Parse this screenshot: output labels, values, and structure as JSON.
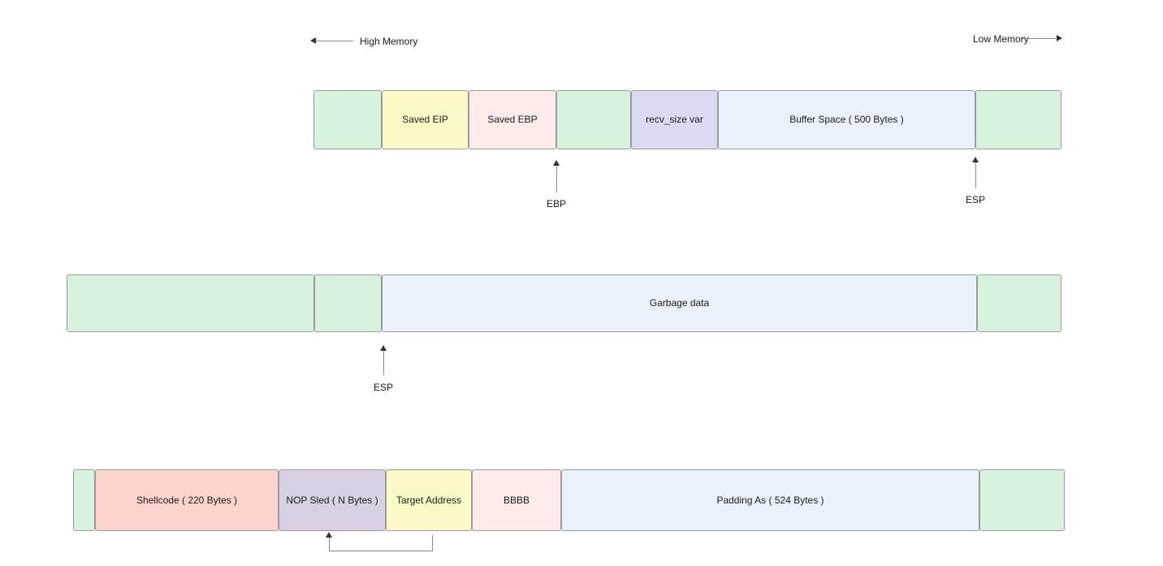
{
  "memory_direction": {
    "high_label": "High Memory",
    "low_label": "Low Memory"
  },
  "row1": {
    "cells": [
      {
        "label": ""
      },
      {
        "label": "Saved EIP"
      },
      {
        "label": "Saved EBP"
      },
      {
        "label": ""
      },
      {
        "label": "recv_size var"
      },
      {
        "label": "Buffer Space ( 500 Bytes )"
      },
      {
        "label": ""
      }
    ],
    "ebp_pointer_label": "EBP",
    "esp_pointer_label": "ESP"
  },
  "row2": {
    "cells": [
      {
        "label": ""
      },
      {
        "label": ""
      },
      {
        "label": "Garbage data"
      },
      {
        "label": ""
      }
    ],
    "esp_pointer_label": "ESP"
  },
  "row3": {
    "cells": [
      {
        "label": ""
      },
      {
        "label": "Shellcode ( 220 Bytes )"
      },
      {
        "label": "NOP Sled ( N Bytes )"
      },
      {
        "label": "Target Address"
      },
      {
        "label": "BBBB"
      },
      {
        "label": "Padding As ( 524 Bytes )"
      },
      {
        "label": ""
      }
    ]
  },
  "colors": {
    "green": "#d7f2dd",
    "yellow": "#fafac6",
    "light_pink": "#fcebe9",
    "lavender": "#dcd9f2",
    "blue": "#e9f1fb",
    "salmon": "#fcd3cd",
    "gray_purple": "#d9d0e3",
    "border": "#9a9a9a",
    "arrow": "#333333"
  }
}
